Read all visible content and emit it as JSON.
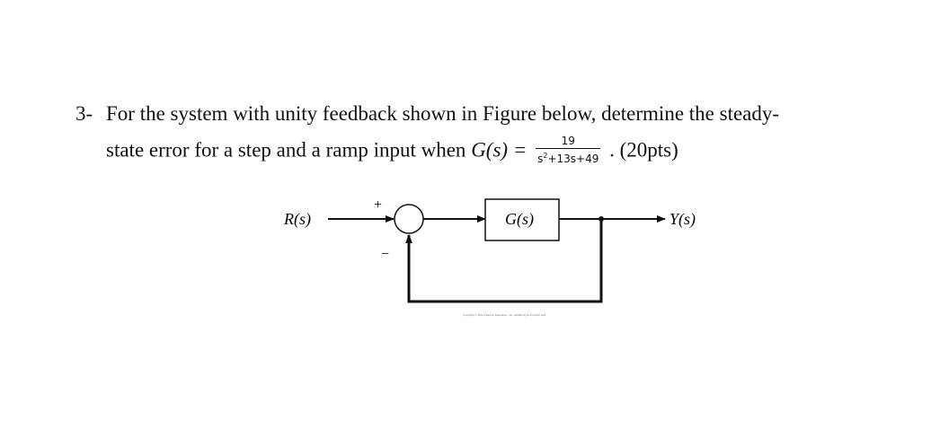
{
  "question": {
    "number": "3-",
    "line1_text": "For the system with unity feedback shown in Figure below, determine the steady-",
    "line2_prefix": "state error for a step and a ramp input when ",
    "function_label": "G(s) =",
    "fraction": {
      "numerator": "19",
      "denominator_base": "s",
      "denominator_exp": "2",
      "denominator_rest": "+13s+49"
    },
    "suffix": ".",
    "points": "(20pts)"
  },
  "diagram": {
    "input_label": "R(s)",
    "output_label": "Y(s)",
    "plus_sign": "+",
    "minus_sign": "−",
    "block_label": "G(s)",
    "copyright": "Copyright © 2011 Pearson Education, Inc. publishing as Prentice Hall"
  }
}
